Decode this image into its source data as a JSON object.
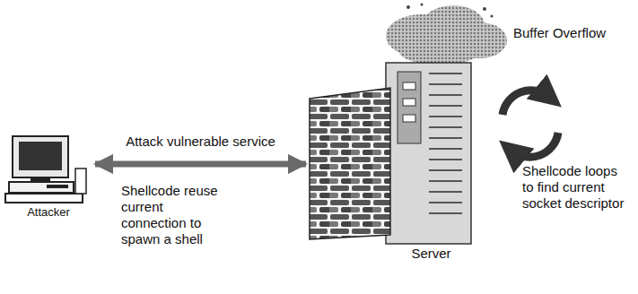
{
  "diagram": {
    "nodes": [
      {
        "text": [
          "Attacker"
        ]
      },
      {
        "text": [
          "Server"
        ]
      }
    ],
    "edges": [
      {
        "from": 0,
        "to": 1,
        "label": "Attack vulnerable service",
        "arrow": "both"
      }
    ],
    "labels": [
      "Buffer Overflow",
      "Shellcode reuse current connection to spawn a shell",
      "Shellcode loops to find current socket descriptor"
    ]
  }
}
